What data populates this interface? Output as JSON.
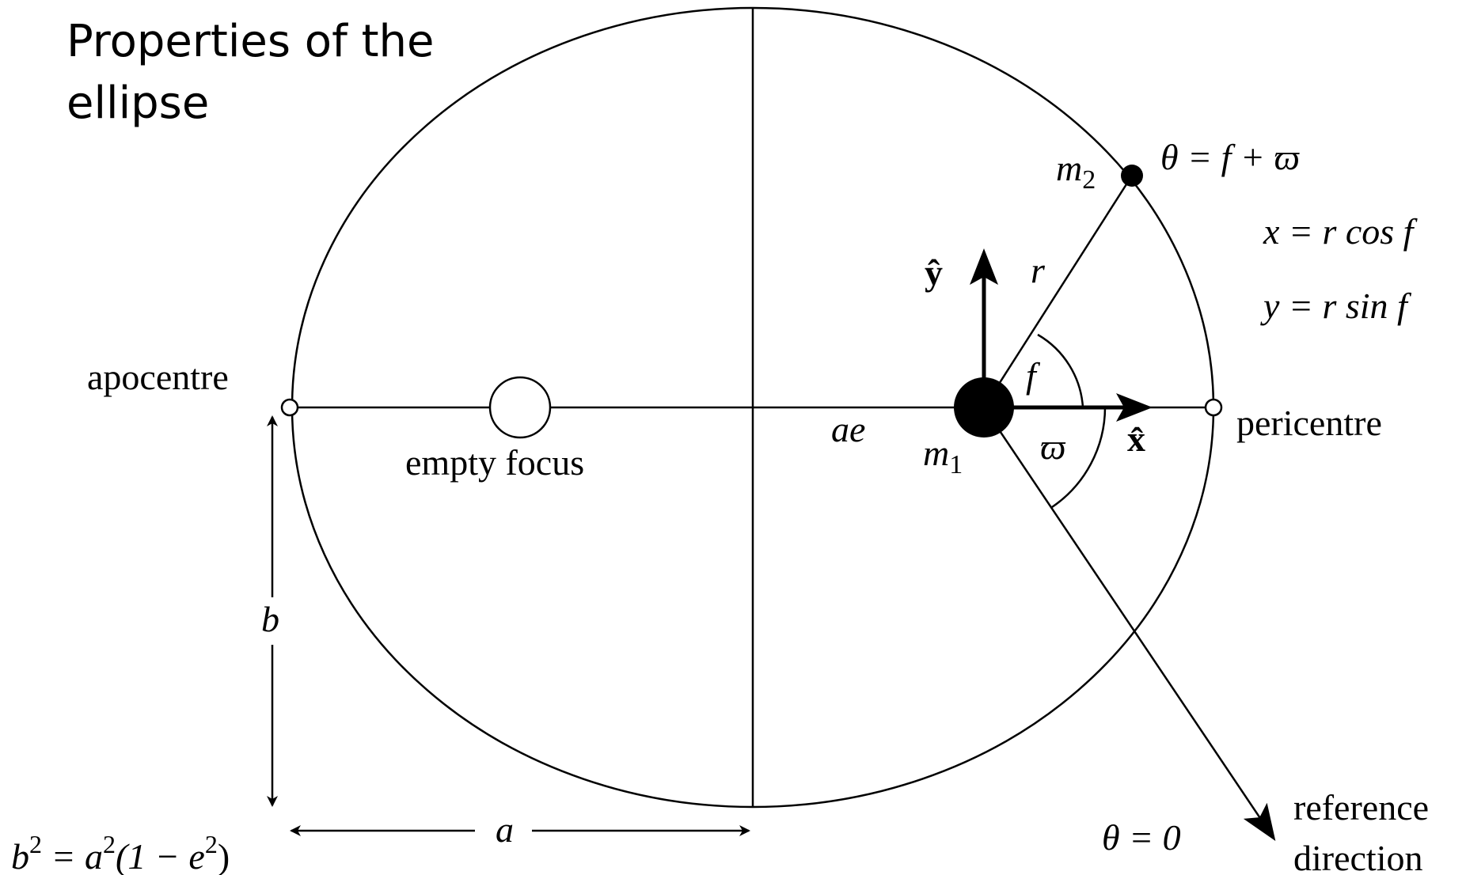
{
  "title": {
    "line1": "Properties of the",
    "line2": "ellipse"
  },
  "labels": {
    "apocentre": "apocentre",
    "pericentre": "pericentre",
    "empty_focus": "empty focus",
    "reference_line1": "reference",
    "reference_line2": "direction"
  },
  "symbols": {
    "m1_base": "m",
    "m1_sub": "1",
    "m2_base": "m",
    "m2_sub": "2",
    "r": "r",
    "f": "f",
    "omega": "ϖ",
    "ae": "ae",
    "a": "a",
    "b": "b",
    "x_hat": "x̂",
    "y_hat": "ŷ"
  },
  "equations": {
    "theta_f_omega": "θ = f + ϖ",
    "x_eq": "x = r cos f",
    "y_eq": "y = r sin f",
    "theta_zero": "θ = 0",
    "b_sq_base": "b",
    "b_sq_exp": "2",
    "b_sq_mid": " = a",
    "b_sq_exp2": "2",
    "b_sq_tail": "(1 − e",
    "b_sq_exp3": "2",
    "b_sq_end": ")"
  },
  "colors": {
    "ink": "#000000",
    "paper": "#ffffff"
  }
}
